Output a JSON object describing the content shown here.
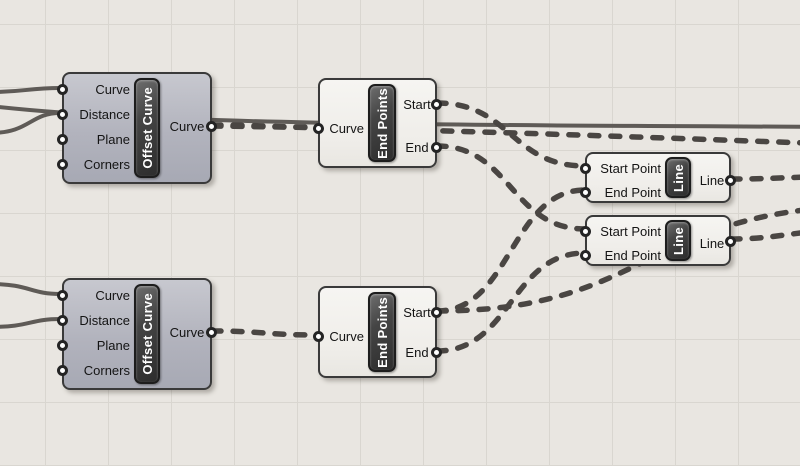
{
  "app": {
    "name": "node-canvas"
  },
  "canvas": {
    "background": "#e9e6e1",
    "grid_color": "#d9d6d0",
    "dashed_wire_color": "#4a4643",
    "solid_wire_color": "#5f5b57",
    "component_gray": "#b2b3bd",
    "component_white": "#f1efec",
    "capsule_color": "#3a3a3a"
  },
  "components": {
    "offset_top": {
      "title": "Offset Curve",
      "inputs": [
        "Curve",
        "Distance",
        "Plane",
        "Corners"
      ],
      "outputs": [
        "Curve"
      ]
    },
    "offset_bottom": {
      "title": "Offset Curve",
      "inputs": [
        "Curve",
        "Distance",
        "Plane",
        "Corners"
      ],
      "outputs": [
        "Curve"
      ]
    },
    "endpoints_top": {
      "title": "End Points",
      "inputs": [
        "Curve"
      ],
      "outputs": [
        "Start",
        "End"
      ]
    },
    "endpoints_bottom": {
      "title": "End Points",
      "inputs": [
        "Curve"
      ],
      "outputs": [
        "Start",
        "End"
      ]
    },
    "line_top": {
      "title": "Line",
      "inputs": [
        "Start Point",
        "End Point"
      ],
      "outputs": [
        "Line"
      ]
    },
    "line_bottom": {
      "title": "Line",
      "inputs": [
        "Start Point",
        "End Point"
      ],
      "outputs": [
        "Line"
      ]
    }
  },
  "connections": [
    {
      "from": "offscreen-left",
      "to": "offset_top.Curve"
    },
    {
      "from": "offscreen-left",
      "to": "offset_top.Distance"
    },
    {
      "from": "offscreen-left",
      "to": "offscreen-right (solid pass-through)"
    },
    {
      "from": "offscreen-left",
      "to": "offset_bottom.Curve"
    },
    {
      "from": "offscreen-left",
      "to": "offset_bottom.Distance"
    },
    {
      "from": "offset_top.Curve",
      "to": "endpoints_top.Curve"
    },
    {
      "from": "offset_top.Curve",
      "to": "offscreen-right"
    },
    {
      "from": "offset_bottom.Curve",
      "to": "endpoints_bottom.Curve"
    },
    {
      "from": "endpoints_top.Start",
      "to": "line_top.Start Point"
    },
    {
      "from": "endpoints_top.End",
      "to": "line_bottom.Start Point"
    },
    {
      "from": "endpoints_bottom.Start",
      "to": "line_top.End Point"
    },
    {
      "from": "endpoints_bottom.Start",
      "to": "offscreen-right"
    },
    {
      "from": "endpoints_bottom.End",
      "to": "line_bottom.End Point"
    },
    {
      "from": "line_top.Line",
      "to": "offscreen-right"
    },
    {
      "from": "line_bottom.Line",
      "to": "offscreen-right"
    }
  ]
}
